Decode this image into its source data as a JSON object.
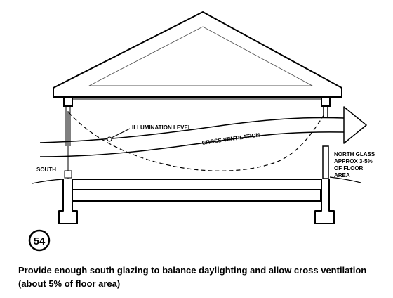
{
  "labels": {
    "illumination": "ILLUMINATION LEVEL",
    "cross_ventilation": "CROSS VENTILATION",
    "south": "SOUTH",
    "north_glass": [
      "NORTH GLASS",
      "APPROX 3-5%",
      "OF FLOOR",
      "AREA"
    ]
  },
  "figure_number": "54",
  "caption": "Provide enough south glazing to balance daylighting and allow cross ventilation (about 5% of floor area)"
}
